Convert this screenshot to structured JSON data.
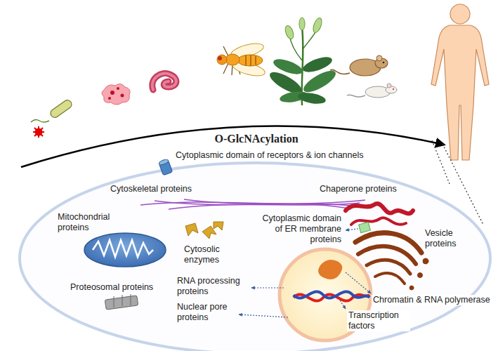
{
  "diagram": {
    "labels": [
      "O-GlcNAcylation",
      "Cytoplasmic domain of receptors & ion channels",
      "Cytoskeletal proteins",
      "Chaperone proteins",
      "Mitochondrial proteins",
      "Cytosolic enzymes",
      "Cytoplasmic domain of ER membrane proteins",
      "Vesicle proteins",
      "Chromatin & RNA polymerase",
      "RNA processing proteins",
      "Proteosomal proteins",
      "Nuclear pore proteins",
      "Transcription factors"
    ]
  }
}
